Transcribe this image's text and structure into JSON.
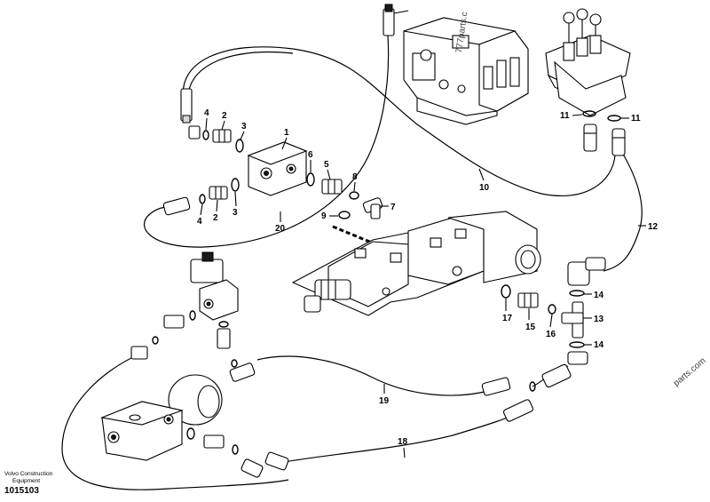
{
  "labels": {
    "l1": "1",
    "l2a": "2",
    "l2b": "2",
    "l3a": "3",
    "l3b": "3",
    "l4a": "4",
    "l4b": "4",
    "l5": "5",
    "l6": "6",
    "l7": "7",
    "l8": "8",
    "l9": "9",
    "l10": "10",
    "l11a": "11",
    "l11b": "11",
    "l12": "12",
    "l13": "13",
    "l14a": "14",
    "l14b": "14",
    "l15": "15",
    "l16": "16",
    "l17": "17",
    "l18": "18",
    "l19": "19",
    "l20": "20"
  },
  "watermark_top": "777parts.c",
  "watermark_right": "parts.com",
  "brand_line1": "Volvo Construction",
  "brand_line2": "Equipment",
  "drawing_number": "1015103"
}
